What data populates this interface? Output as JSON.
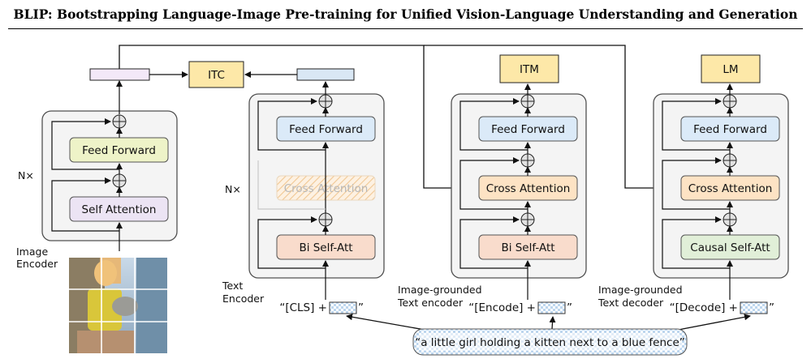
{
  "title": "BLIP: Bootstrapping Language-Image Pre-training for Unified Vision-Language Understanding and Generation",
  "heads": {
    "itc": "ITC",
    "itm": "ITM",
    "lm": "LM"
  },
  "image_encoder": {
    "label_line1": "Image",
    "label_line2": "Encoder",
    "repeat": "N×",
    "feed_forward": "Feed Forward",
    "self_attention": "Self Attention"
  },
  "text_encoder": {
    "label_line1": "Text",
    "label_line2": "Encoder",
    "repeat": "N×",
    "feed_forward": "Feed Forward",
    "cross_attention": "Cross Attention",
    "bi_self_att": "Bi Self-Att",
    "token_prefix": "“[CLS] +",
    "token_suffix": "”"
  },
  "grounded_encoder": {
    "label_line1": "Image-grounded",
    "label_line2": "Text encoder",
    "feed_forward": "Feed Forward",
    "cross_attention": "Cross Attention",
    "bi_self_att": "Bi Self-Att",
    "token_prefix": "“[Encode] +",
    "token_suffix": "”"
  },
  "grounded_decoder": {
    "label_line1": "Image-grounded",
    "label_line2": "Text decoder",
    "feed_forward": "Feed Forward",
    "cross_attention": "Cross Attention",
    "causal_self_att": "Causal Self-Att",
    "token_prefix": "“[Decode] +",
    "token_suffix": "”"
  },
  "caption": "“a little girl holding a kitten next to a blue fence”",
  "colors": {
    "head_fill": "#fde8a8",
    "feed_forward_image": "#eef3c8",
    "feed_forward_text": "#dbeaf8",
    "self_attention": "#ece4f4",
    "cross_attention": "#fde3c4",
    "bi_self_att": "#f9dccc",
    "causal_self_att": "#e1efd8",
    "panel_fill": "#f4f4f4",
    "panel_stroke": "#505050"
  }
}
